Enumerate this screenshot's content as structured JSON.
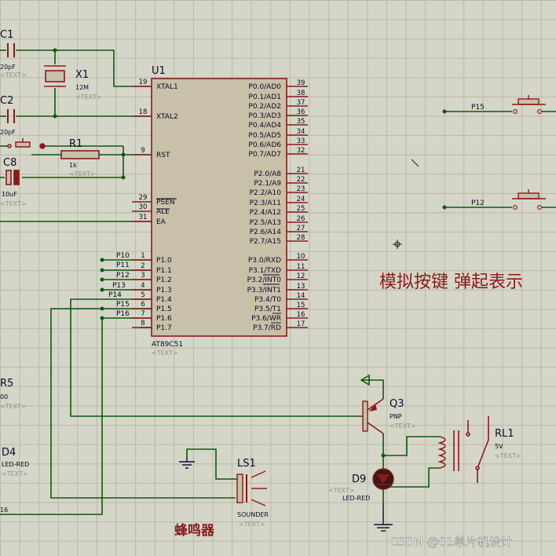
{
  "components": {
    "c1": {
      "ref": "C1",
      "value": "20pF",
      "text": "<TEXT>"
    },
    "c2": {
      "ref": "C2",
      "value": "20pF",
      "text": "<TEXT>"
    },
    "x1": {
      "ref": "X1",
      "value": "12M",
      "text": "<TEXT>"
    },
    "r1": {
      "ref": "R1",
      "value": "1k",
      "text": "<TEXT>"
    },
    "c8": {
      "ref": "C8",
      "value": "10uF",
      "text": "<TEXT>"
    },
    "r5": {
      "ref": "R5",
      "value": "00",
      "text": "<TEXT>"
    },
    "d4": {
      "ref": "D4",
      "value": "LED-RED",
      "text": "<TEXT>"
    },
    "u1": {
      "ref": "U1",
      "part": "AT89C51",
      "text": "<TEXT>"
    },
    "q3": {
      "ref": "Q3",
      "value": "PNP",
      "text": "<TEXT>"
    },
    "rl1": {
      "ref": "RL1",
      "value": "5V",
      "text": "<TEXT>"
    },
    "d9": {
      "ref": "D9",
      "value": "LED-RED",
      "text": "<TEXT>"
    },
    "ls1": {
      "ref": "LS1",
      "value": "SOUNDER",
      "text": "<TEXT>"
    }
  },
  "u1_left_pins": [
    {
      "num": "19",
      "name": "XTAL1"
    },
    {
      "num": "18",
      "name": "XTAL2"
    },
    {
      "num": "9",
      "name": "RST"
    },
    {
      "num": "29",
      "name": "PSEN"
    },
    {
      "num": "30",
      "name": "ALE"
    },
    {
      "num": "31",
      "name": "EA"
    },
    {
      "num": "1",
      "name": "P1.0"
    },
    {
      "num": "2",
      "name": "P1.1"
    },
    {
      "num": "3",
      "name": "P1.2"
    },
    {
      "num": "4",
      "name": "P1.3"
    },
    {
      "num": "5",
      "name": "P1.4"
    },
    {
      "num": "6",
      "name": "P1.5"
    },
    {
      "num": "7",
      "name": "P1.6"
    },
    {
      "num": "8",
      "name": "P1.7"
    }
  ],
  "u1_right_pins": [
    {
      "num": "39",
      "name": "P0.0/AD0"
    },
    {
      "num": "38",
      "name": "P0.1/AD1"
    },
    {
      "num": "37",
      "name": "P0.2/AD2"
    },
    {
      "num": "36",
      "name": "P0.3/AD3"
    },
    {
      "num": "35",
      "name": "P0.4/AD4"
    },
    {
      "num": "34",
      "name": "P0.5/AD5"
    },
    {
      "num": "33",
      "name": "P0.6/AD6"
    },
    {
      "num": "32",
      "name": "P0.7/AD7"
    },
    {
      "num": "21",
      "name": "P2.0/A8"
    },
    {
      "num": "22",
      "name": "P2.1/A9"
    },
    {
      "num": "23",
      "name": "P2.2/A10"
    },
    {
      "num": "24",
      "name": "P2.3/A11"
    },
    {
      "num": "25",
      "name": "P2.4/A12"
    },
    {
      "num": "26",
      "name": "P2.5/A13"
    },
    {
      "num": "27",
      "name": "P2.6/A14"
    },
    {
      "num": "28",
      "name": "P2.7/A15"
    },
    {
      "num": "10",
      "name": "P3.0/RXD"
    },
    {
      "num": "11",
      "name": "P3.1/TXD"
    },
    {
      "num": "12",
      "name": "P3.2/INT0"
    },
    {
      "num": "13",
      "name": "P3.3/INT1"
    },
    {
      "num": "14",
      "name": "P3.4/T0"
    },
    {
      "num": "15",
      "name": "P3.5/T1"
    },
    {
      "num": "16",
      "name": "P3.6/WR"
    },
    {
      "num": "17",
      "name": "P3.7/RD"
    }
  ],
  "net_labels": {
    "p10": "P10",
    "p11": "P11",
    "p12": "P12",
    "p13": "P13",
    "p14": "P14",
    "p15": "P15",
    "p16": "P16",
    "p15_right": "P15",
    "p12_right": "P12",
    "left16": "16"
  },
  "annotations": {
    "simulate_key": "模拟按键 弹起表示",
    "buzzer": "蜂鸣器",
    "watermark": "CSDN @01单片机设计"
  },
  "colors": {
    "wire": "#0c5a0c",
    "part": "#8b1a1a",
    "chip_fill": "#c8c0a8",
    "label": "#0a0a2a",
    "text_gray": "#8f8f8f"
  }
}
